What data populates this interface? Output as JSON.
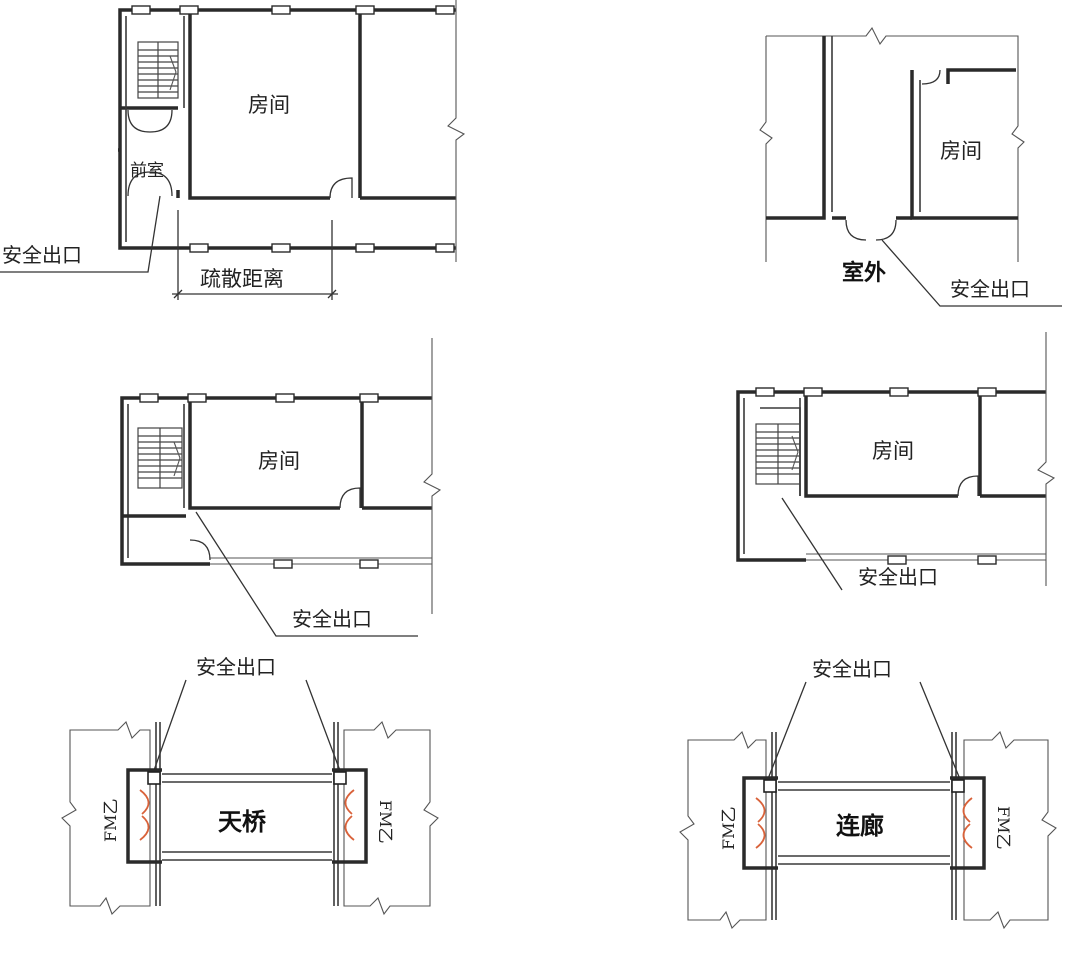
{
  "labels": {
    "room": "房间",
    "anteroom": "前室",
    "safety_exit": "安全出口",
    "evac_distance": "疏散距离",
    "outdoor": "室外",
    "skybridge": "天桥",
    "corridor": "连廊",
    "fire_door": "FM乙"
  }
}
